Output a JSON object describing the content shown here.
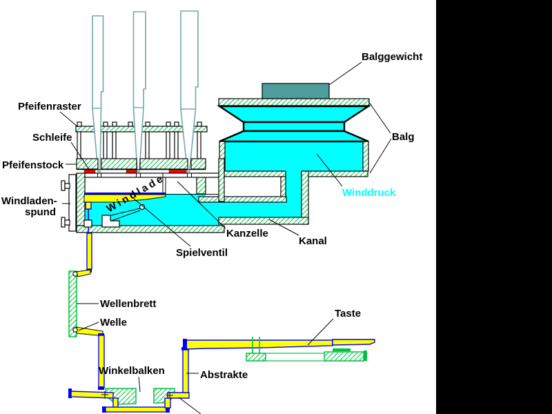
{
  "labels": {
    "balggewicht": "Balggewicht",
    "balg": "Balg",
    "winddruck": "Winddruck",
    "kanal": "Kanal",
    "kanzelle": "Kanzelle",
    "spielventil": "Spielventil",
    "pfeifenraster": "Pfeifenraster",
    "schleife": "Schleife",
    "pfeifenstock": "Pfeifenstock",
    "windladen_line1": "Windladen-",
    "windladen_line2": "spund",
    "windlade": "Windlade",
    "wellenbrett": "Wellenbrett",
    "welle": "Welle",
    "winkelbalken": "Winkelbalken",
    "abstrakte": "Abstrakte",
    "taste": "Taste"
  },
  "colors": {
    "wind": "#00FFFF",
    "wood_green": "#00C040",
    "moving_yellow": "#FFFF00",
    "tracker_blue": "#0000FF",
    "slider_red": "#FF0000",
    "pipe_teal": "#74A7A7",
    "weight_teal": "#4E9C9C",
    "text": "#000000",
    "background": "#FFFFFF",
    "sidebar": "#000000"
  }
}
